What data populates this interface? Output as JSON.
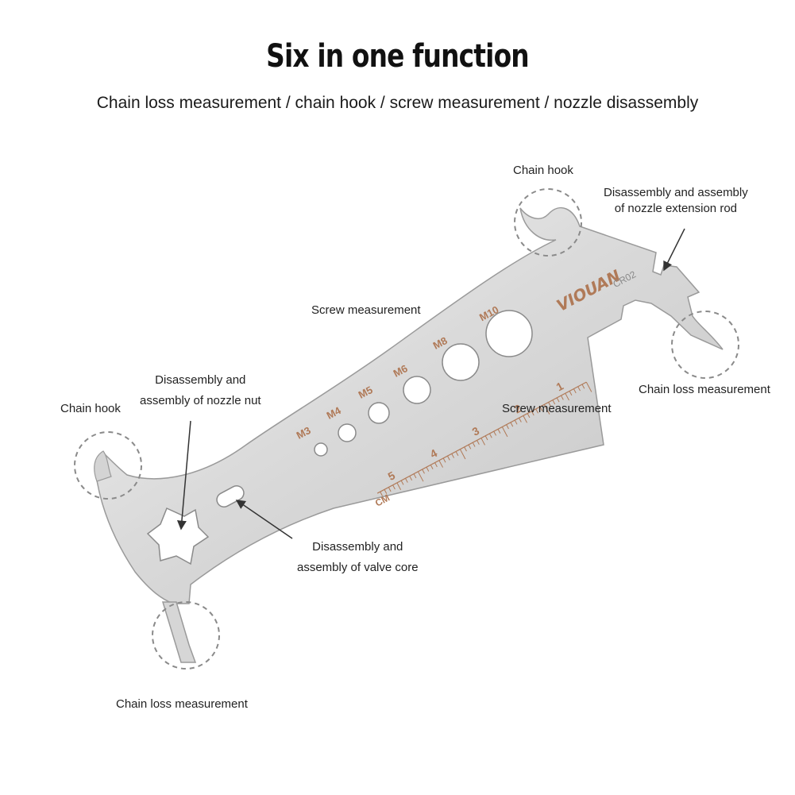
{
  "header": {
    "title": "Six in one function",
    "subtitle": "Chain loss measurement / chain hook / screw measurement / nozzle disassembly"
  },
  "callouts": {
    "chain_hook_top": "Chain hook",
    "nozzle_rod_line1": "Disassembly and assembly",
    "nozzle_rod_line2": "of nozzle extension rod",
    "screw_measurement_top": "Screw measurement",
    "chain_loss_right": "Chain loss measurement",
    "nozzle_nut_line1": "Disassembly and",
    "nozzle_nut_line2": "assembly of nozzle nut",
    "chain_hook_left": "Chain hook",
    "screw_measurement_ruler": "Screw measurement",
    "valve_core_line1": "Disassembly and",
    "valve_core_line2": "assembly of valve core",
    "chain_loss_bottom": "Chain loss measurement"
  },
  "tool": {
    "brand": "VIOUAN",
    "model": "CR02",
    "hole_labels": [
      "M3",
      "M4",
      "M5",
      "M6",
      "M8",
      "M10"
    ],
    "ruler_numbers": [
      "1",
      "2",
      "3",
      "4",
      "5"
    ],
    "ruler_unit": "CM",
    "colors": {
      "steel": "#d9d9d9",
      "steel_edge": "#9a9a9a",
      "engraving": "#b07a58",
      "dashed_circle": "#8a8a8a"
    }
  }
}
